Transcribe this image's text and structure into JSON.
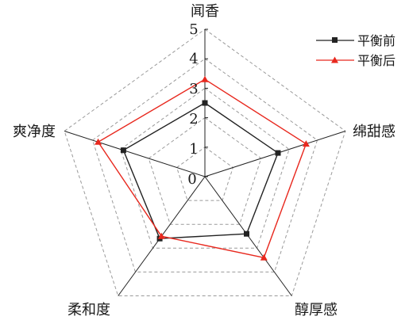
{
  "chart_data": {
    "type": "radar",
    "axes": [
      "闻香",
      "绵甜感",
      "醇厚感",
      "柔和度",
      "爽净度"
    ],
    "range": [
      0,
      5
    ],
    "ticks": [
      "0",
      "1",
      "2",
      "3",
      "4",
      "5"
    ],
    "grid": true,
    "legend_position": "top-right",
    "series": [
      {
        "name": "平衡前",
        "values": [
          2.5,
          2.6,
          2.4,
          2.6,
          2.9
        ],
        "color": "#222222",
        "marker": "square"
      },
      {
        "name": "平衡后",
        "values": [
          3.3,
          3.6,
          3.4,
          2.5,
          3.8
        ],
        "color": "#e8281e",
        "marker": "triangle"
      }
    ]
  }
}
